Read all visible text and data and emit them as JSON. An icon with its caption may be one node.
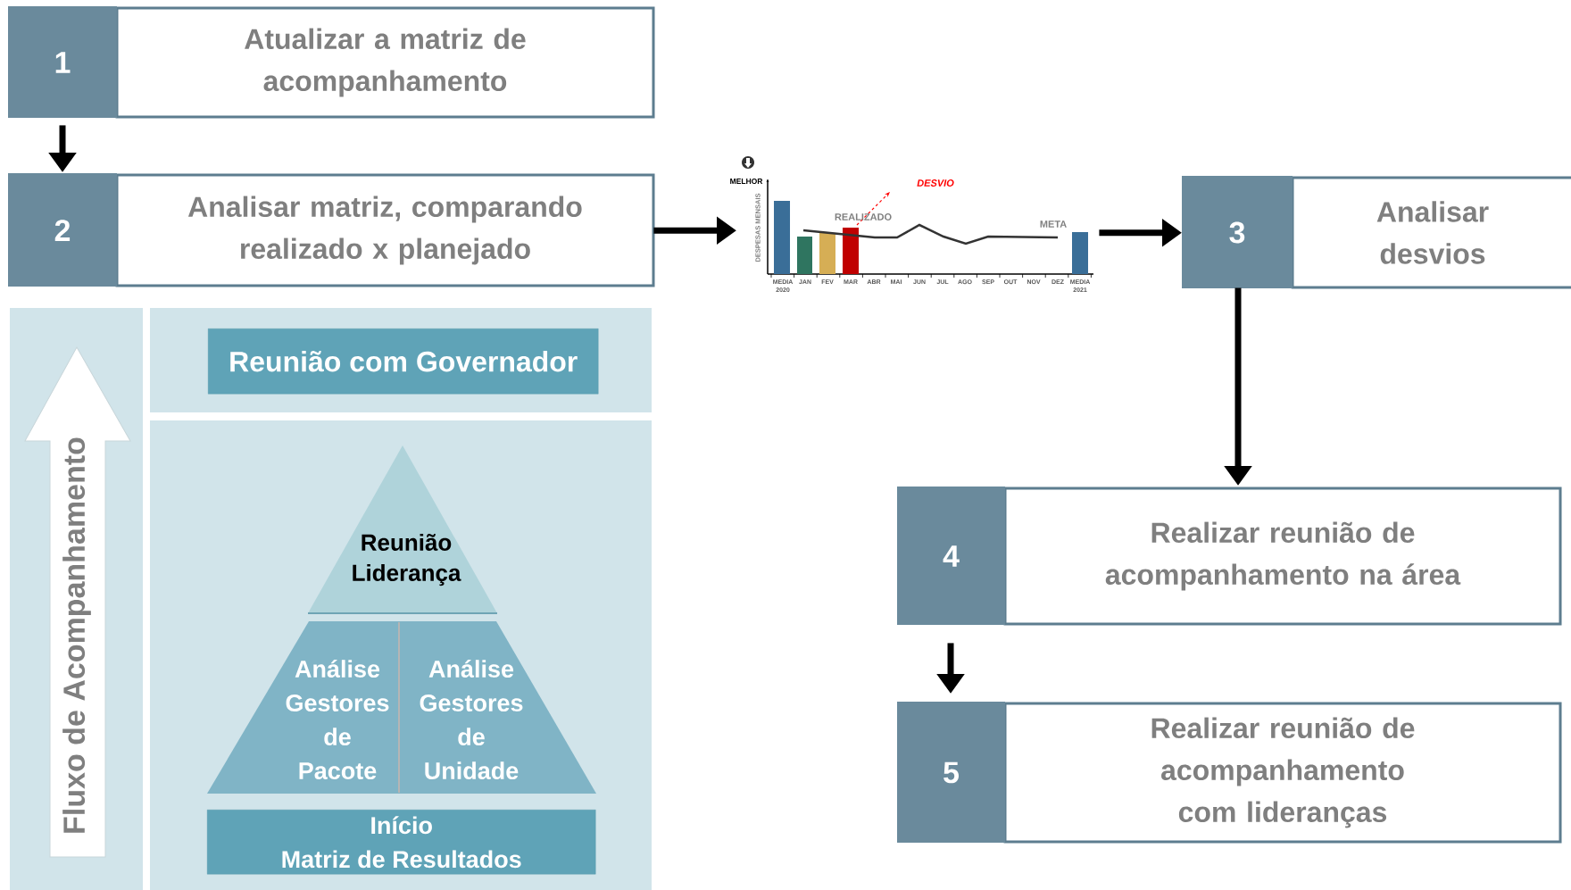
{
  "diagram": {
    "nodes": [
      {
        "text": [
          "1",
          "Atualizar a matriz de acompanhamento"
        ]
      },
      {
        "text": [
          "2",
          "Analisar matriz, comparando realizado x planejado"
        ]
      },
      {
        "text": [],
        "shape": "picture"
      },
      {
        "text": [
          "3",
          "Analisar desvios"
        ]
      },
      {
        "text": [
          "4",
          "Realizar reunião de acompanhamento na área"
        ]
      },
      {
        "text": [
          "5",
          "Realizar reunião de acompanhamento com lideranças"
        ]
      },
      {
        "text": [
          "Reunião com Governador"
        ]
      },
      {
        "text": [
          "Reunião Liderança"
        ]
      },
      {
        "text": [
          "Análise Gestores de Pacote"
        ]
      },
      {
        "text": [
          "Análise Gestores de Unidade"
        ]
      },
      {
        "text": [
          "Início",
          "Matriz de Resultados"
        ]
      }
    ],
    "edges": [
      {
        "from": 0,
        "to": 1,
        "arrow": "to"
      },
      {
        "from": 1,
        "to": 2,
        "arrow": "to"
      },
      {
        "from": 2,
        "to": 3,
        "arrow": "to"
      },
      {
        "from": 3,
        "to": 4,
        "arrow": "to"
      },
      {
        "from": 4,
        "to": 5,
        "arrow": "to"
      }
    ],
    "labels": [
      "MELHOR",
      "DESPESAS MENSAIS",
      "DESVIO",
      "REALIZADO",
      "META",
      "MEDIA 2020",
      "JAN",
      "FEV",
      "MAR",
      "ABR",
      "MAI",
      "JUN",
      "JUL",
      "AGO",
      "SEP",
      "OUT",
      "NOV",
      "DEZ",
      "MEDIA 2021",
      "Fluxo de Acompanhamento"
    ]
  }
}
